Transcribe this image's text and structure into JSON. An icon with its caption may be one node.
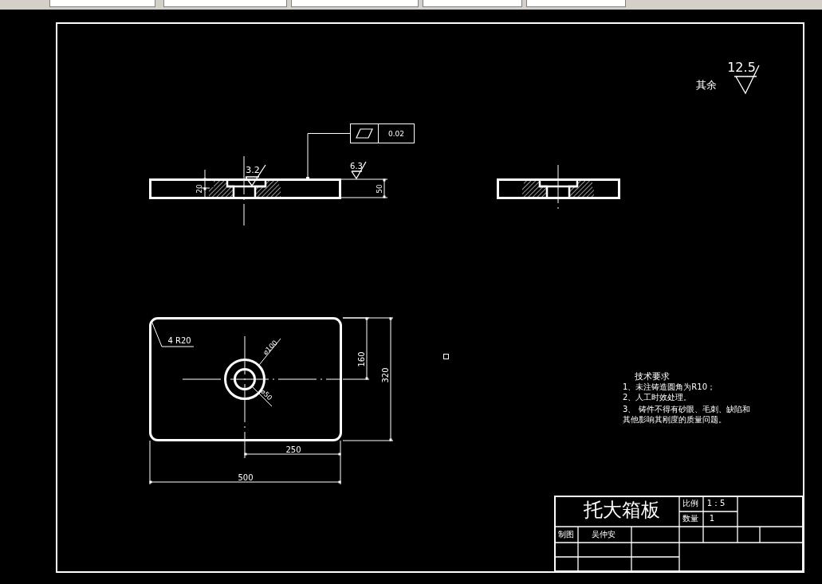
{
  "diagram": {
    "nodes": [
      {
        "text": [
          "0.02"
        ]
      },
      {
        "text": [],
        "shape": "picture"
      },
      {
        "text": [],
        "shape": "picture"
      },
      {
        "text": [
          "4 R20"
        ],
        "in": 2
      },
      {
        "text": [],
        "shape": "circle",
        "in": 2
      },
      {
        "text": [],
        "shape": "circle",
        "in": 4
      },
      {
        "text": [
          "⌀100"
        ],
        "in": 2
      },
      {
        "text": [
          "⌀50"
        ],
        "in": 2
      }
    ],
    "edges": [
      {
        "from": 0,
        "to": 1,
        "arrow": "other"
      },
      {
        "from": 3,
        "to": 2,
        "arrow": "none"
      },
      {
        "from": 6,
        "to": 4,
        "arrow": "none"
      },
      {
        "from": 7,
        "to": 5,
        "arrow": "none"
      }
    ],
    "labels": [
      "其余",
      "12.5",
      "3.2",
      "6.3",
      "20",
      "50",
      "160",
      "320",
      "250",
      "500",
      "技术要求",
      "1、未注铸造圆角为R10；",
      "2、人工时效处理。",
      "3、 铸件不得有砂眼、毛刺、缺陷和其他影响其刚度的质量问题。",
      "托大箱板",
      "比例",
      "1：5",
      "数量",
      "1",
      "制图",
      "吴仲安"
    ]
  }
}
